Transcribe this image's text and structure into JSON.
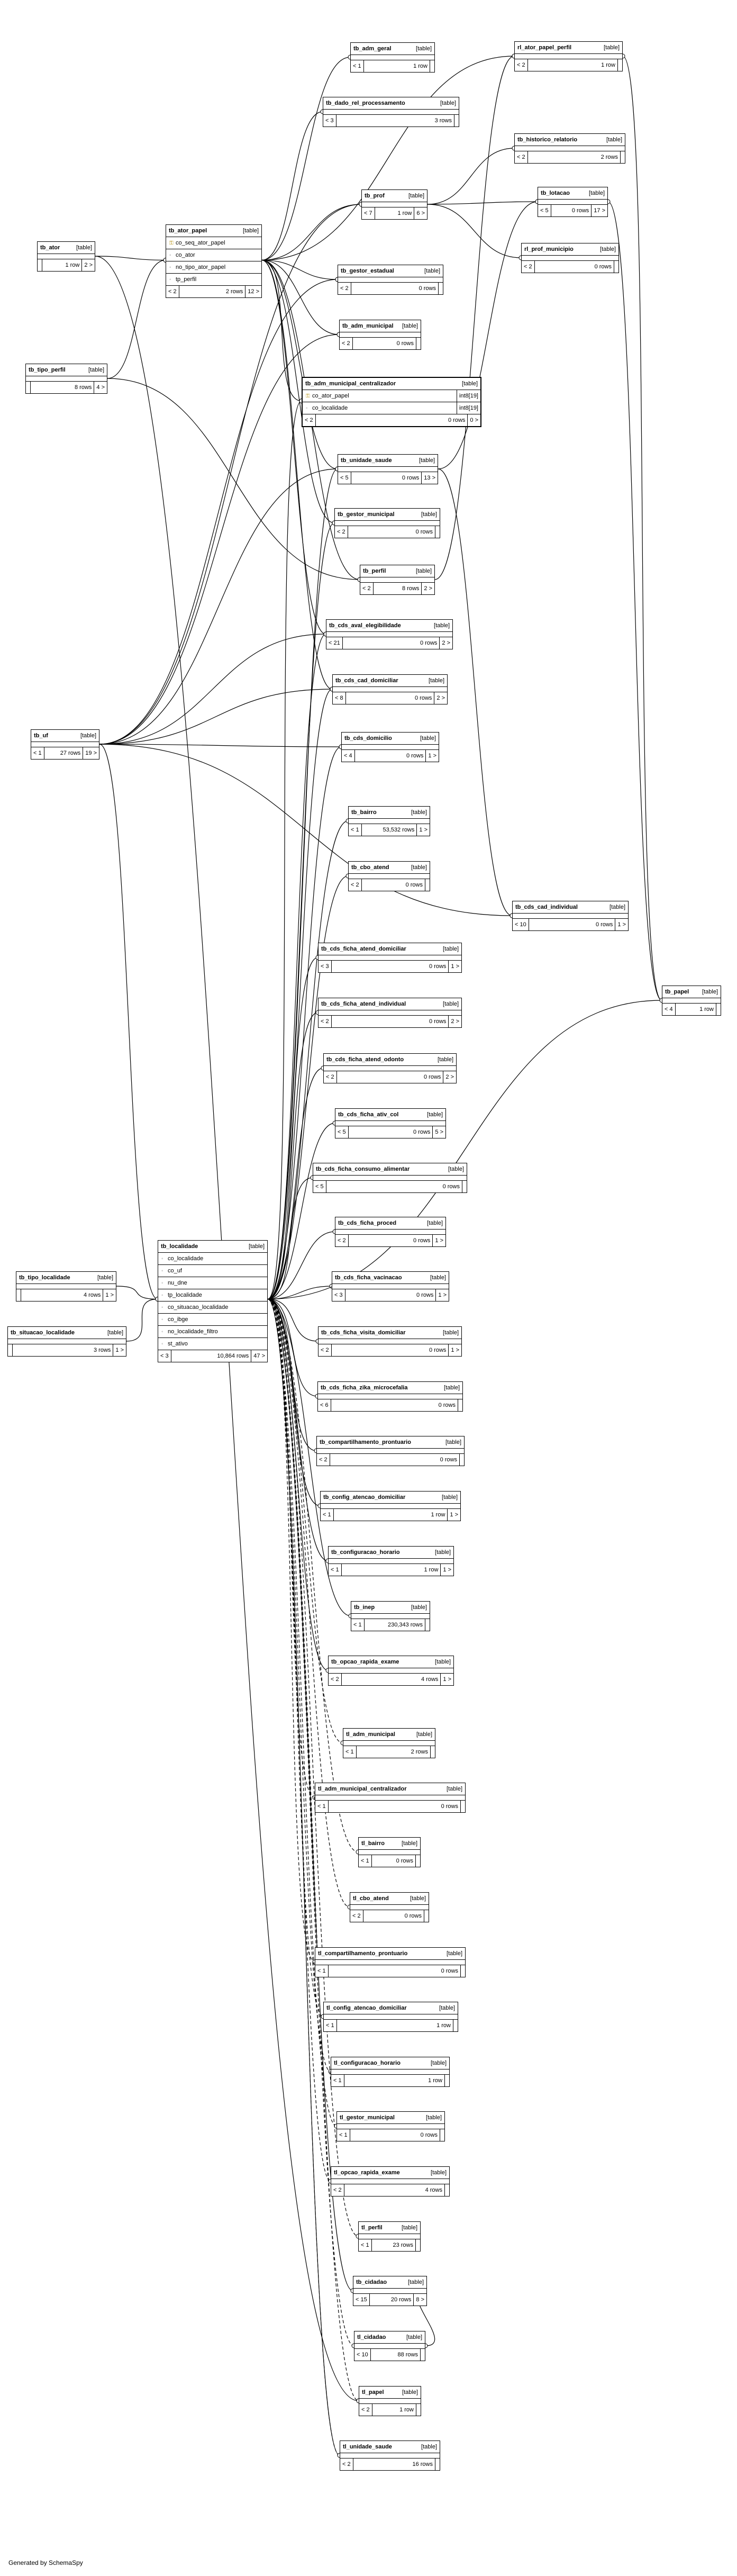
{
  "footer": "Generated by SchemaSpy",
  "tables": [
    {
      "id": "tb_adm_geral",
      "name": "tb_adm_geral",
      "kind": "[table]",
      "footer": [
        "< 1",
        "1 row",
        ""
      ]
    },
    {
      "id": "tb_dado_rel_processamento",
      "name": "tb_dado_rel_processamento",
      "kind": "[table]",
      "footer": [
        "< 3",
        "3 rows",
        ""
      ]
    },
    {
      "id": "rl_ator_papel_perfil",
      "name": "rl_ator_papel_perfil",
      "kind": "[table]",
      "footer": [
        "< 2",
        "1 row",
        ""
      ]
    },
    {
      "id": "tb_historico_relatorio",
      "name": "tb_historico_relatorio",
      "kind": "[table]",
      "footer": [
        "< 2",
        "2 rows",
        ""
      ]
    },
    {
      "id": "tb_lotacao",
      "name": "tb_lotacao",
      "kind": "[table]",
      "footer": [
        "< 5",
        "0 rows",
        "17 >"
      ]
    },
    {
      "id": "rl_prof_municipio",
      "name": "rl_prof_municipio",
      "kind": "[table]",
      "footer": [
        "< 2",
        "0 rows",
        ""
      ]
    },
    {
      "id": "tb_prof",
      "name": "tb_prof",
      "kind": "[table]",
      "footer": [
        "< 7",
        "1 row",
        "6 >"
      ]
    },
    {
      "id": "tb_ator",
      "name": "tb_ator",
      "kind": "[table]",
      "footer": [
        "",
        "1 row",
        "2 >"
      ]
    },
    {
      "id": "tb_ator_papel",
      "name": "tb_ator_papel",
      "kind": "[table]",
      "columns": [
        {
          "key": true,
          "text": "co_seq_ator_papel"
        },
        {
          "key": false,
          "text": "co_ator"
        },
        {
          "key": false,
          "text": "no_tipo_ator_papel"
        },
        {
          "key": false,
          "text": "tp_perfil"
        }
      ],
      "footer": [
        "< 2",
        "2 rows",
        "12 >"
      ]
    },
    {
      "id": "tb_gestor_estadual",
      "name": "tb_gestor_estadual",
      "kind": "[table]",
      "footer": [
        "< 2",
        "0 rows",
        ""
      ]
    },
    {
      "id": "tb_adm_municipal",
      "name": "tb_adm_municipal",
      "kind": "[table]",
      "footer": [
        "< 2",
        "0 rows",
        ""
      ]
    },
    {
      "id": "tb_tipo_perfil",
      "name": "tb_tipo_perfil",
      "kind": "[table]",
      "footer": [
        "",
        "8 rows",
        "4 >"
      ]
    },
    {
      "id": "tb_adm_municipal_centralizador",
      "name": "tb_adm_municipal_centralizador",
      "kind": "[table]",
      "bold": true,
      "columns": [
        {
          "key": true,
          "text": "co_ator_papel",
          "type": "int8[19]"
        },
        {
          "key": false,
          "text": "co_localidade",
          "type": "int8[19]"
        }
      ],
      "footer": [
        "< 2",
        "0 rows",
        "0 >"
      ]
    },
    {
      "id": "tb_unidade_saude",
      "name": "tb_unidade_saude",
      "kind": "[table]",
      "footer": [
        "< 5",
        "0 rows",
        "13 >"
      ]
    },
    {
      "id": "tb_gestor_municipal",
      "name": "tb_gestor_municipal",
      "kind": "[table]",
      "footer": [
        "< 2",
        "0 rows",
        ""
      ]
    },
    {
      "id": "tb_perfil",
      "name": "tb_perfil",
      "kind": "[table]",
      "footer": [
        "< 2",
        "8 rows",
        "2 >"
      ]
    },
    {
      "id": "tb_cds_aval_elegibilidade",
      "name": "tb_cds_aval_elegibilidade",
      "kind": "[table]",
      "footer": [
        "< 21",
        "0 rows",
        "2 >"
      ]
    },
    {
      "id": "tb_cds_cad_domiciliar",
      "name": "tb_cds_cad_domiciliar",
      "kind": "[table]",
      "footer": [
        "< 8",
        "0 rows",
        "2 >"
      ]
    },
    {
      "id": "tb_uf",
      "name": "tb_uf",
      "kind": "[table]",
      "footer": [
        "< 1",
        "27 rows",
        "19 >"
      ]
    },
    {
      "id": "tb_cds_domicilio",
      "name": "tb_cds_domicilio",
      "kind": "[table]",
      "footer": [
        "< 4",
        "0 rows",
        "1 >"
      ]
    },
    {
      "id": "tb_bairro",
      "name": "tb_bairro",
      "kind": "[table]",
      "footer": [
        "< 1",
        "53,532 rows",
        "1 >"
      ]
    },
    {
      "id": "tb_cbo_atend",
      "name": "tb_cbo_atend",
      "kind": "[table]",
      "footer": [
        "< 2",
        "0 rows",
        ""
      ]
    },
    {
      "id": "tb_cds_cad_individual",
      "name": "tb_cds_cad_individual",
      "kind": "[table]",
      "footer": [
        "< 10",
        "0 rows",
        "1 >"
      ]
    },
    {
      "id": "tb_cds_ficha_atend_domiciliar",
      "name": "tb_cds_ficha_atend_domiciliar",
      "kind": "[table]",
      "footer": [
        "< 3",
        "0 rows",
        "1 >"
      ]
    },
    {
      "id": "tb_papel",
      "name": "tb_papel",
      "kind": "[table]",
      "footer": [
        "< 4",
        "1 row",
        ""
      ]
    },
    {
      "id": "tb_cds_ficha_atend_individual",
      "name": "tb_cds_ficha_atend_individual",
      "kind": "[table]",
      "footer": [
        "< 2",
        "0 rows",
        "2 >"
      ]
    },
    {
      "id": "tb_cds_ficha_atend_odonto",
      "name": "tb_cds_ficha_atend_odonto",
      "kind": "[table]",
      "footer": [
        "< 2",
        "0 rows",
        "2 >"
      ]
    },
    {
      "id": "tb_cds_ficha_ativ_col",
      "name": "tb_cds_ficha_ativ_col",
      "kind": "[table]",
      "footer": [
        "< 5",
        "0 rows",
        "5 >"
      ]
    },
    {
      "id": "tb_cds_ficha_consumo_alimentar",
      "name": "tb_cds_ficha_consumo_alimentar",
      "kind": "[table]",
      "footer": [
        "< 5",
        "0 rows",
        ""
      ]
    },
    {
      "id": "tb_cds_ficha_proced",
      "name": "tb_cds_ficha_proced",
      "kind": "[table]",
      "footer": [
        "< 2",
        "0 rows",
        "1 >"
      ]
    },
    {
      "id": "tb_tipo_localidade",
      "name": "tb_tipo_localidade",
      "kind": "[table]",
      "footer": [
        "",
        "4 rows",
        "1 >"
      ]
    },
    {
      "id": "tb_localidade",
      "name": "tb_localidade",
      "kind": "[table]",
      "columns": [
        {
          "key": false,
          "text": "co_localidade"
        },
        {
          "key": false,
          "text": "co_uf"
        },
        {
          "key": false,
          "text": "nu_dne"
        },
        {
          "key": false,
          "text": "tp_localidade"
        },
        {
          "key": false,
          "text": "co_situacao_localidade"
        },
        {
          "key": false,
          "text": "co_ibge"
        },
        {
          "key": false,
          "text": "no_localidade_filtro"
        },
        {
          "key": false,
          "text": "st_ativo"
        }
      ],
      "footer": [
        "< 3",
        "10,864 rows",
        "47 >"
      ]
    },
    {
      "id": "tb_cds_ficha_vacinacao",
      "name": "tb_cds_ficha_vacinacao",
      "kind": "[table]",
      "footer": [
        "< 3",
        "0 rows",
        "1 >"
      ]
    },
    {
      "id": "tb_situacao_localidade",
      "name": "tb_situacao_localidade",
      "kind": "[table]",
      "footer": [
        "",
        "3 rows",
        "1 >"
      ]
    },
    {
      "id": "tb_cds_ficha_visita_domiciliar",
      "name": "tb_cds_ficha_visita_domiciliar",
      "kind": "[table]",
      "footer": [
        "< 2",
        "0 rows",
        "1 >"
      ]
    },
    {
      "id": "tb_cds_ficha_zika_microcefalia",
      "name": "tb_cds_ficha_zika_microcefalia",
      "kind": "[table]",
      "footer": [
        "< 6",
        "0 rows",
        ""
      ]
    },
    {
      "id": "tb_compartilhamento_prontuario",
      "name": "tb_compartilhamento_prontuario",
      "kind": "[table]",
      "footer": [
        "< 2",
        "0 rows",
        ""
      ]
    },
    {
      "id": "tb_config_atencao_domiciliar",
      "name": "tb_config_atencao_domiciliar",
      "kind": "[table]",
      "footer": [
        "< 1",
        "1 row",
        "1 >"
      ]
    },
    {
      "id": "tb_configuracao_horario",
      "name": "tb_configuracao_horario",
      "kind": "[table]",
      "footer": [
        "< 1",
        "1 row",
        "1 >"
      ]
    },
    {
      "id": "tb_inep",
      "name": "tb_inep",
      "kind": "[table]",
      "footer": [
        "< 1",
        "230,343 rows",
        ""
      ]
    },
    {
      "id": "tb_opcao_rapida_exame",
      "name": "tb_opcao_rapida_exame",
      "kind": "[table]",
      "footer": [
        "< 2",
        "4 rows",
        "1 >"
      ]
    },
    {
      "id": "tl_adm_municipal",
      "name": "tl_adm_municipal",
      "kind": "[table]",
      "footer": [
        "< 1",
        "2 rows",
        ""
      ]
    },
    {
      "id": "tl_adm_municipal_centralizador",
      "name": "tl_adm_municipal_centralizador",
      "kind": "[table]",
      "footer": [
        "< 1",
        "0 rows",
        ""
      ]
    },
    {
      "id": "tl_bairro",
      "name": "tl_bairro",
      "kind": "[table]",
      "footer": [
        "< 1",
        "0 rows",
        ""
      ]
    },
    {
      "id": "tl_cbo_atend",
      "name": "tl_cbo_atend",
      "kind": "[table]",
      "footer": [
        "< 2",
        "0 rows",
        ""
      ]
    },
    {
      "id": "tl_compartilhamento_prontuario",
      "name": "tl_compartilhamento_prontuario",
      "kind": "[table]",
      "footer": [
        "< 1",
        "0 rows",
        ""
      ]
    },
    {
      "id": "tl_config_atencao_domiciliar",
      "name": "tl_config_atencao_domiciliar",
      "kind": "[table]",
      "footer": [
        "< 1",
        "1 row",
        ""
      ]
    },
    {
      "id": "tl_configuracao_horario",
      "name": "tl_configuracao_horario",
      "kind": "[table]",
      "footer": [
        "< 1",
        "1 row",
        ""
      ]
    },
    {
      "id": "tl_gestor_municipal",
      "name": "tl_gestor_municipal",
      "kind": "[table]",
      "footer": [
        "< 1",
        "0 rows",
        ""
      ]
    },
    {
      "id": "tl_opcao_rapida_exame",
      "name": "tl_opcao_rapida_exame",
      "kind": "[table]",
      "footer": [
        "< 2",
        "4 rows",
        ""
      ]
    },
    {
      "id": "tl_perfil",
      "name": "tl_perfil",
      "kind": "[table]",
      "footer": [
        "< 1",
        "23 rows",
        ""
      ]
    },
    {
      "id": "tb_cidadao",
      "name": "tb_cidadao",
      "kind": "[table]",
      "footer": [
        "< 15",
        "20 rows",
        "8 >"
      ]
    },
    {
      "id": "tl_cidadao",
      "name": "tl_cidadao",
      "kind": "[table]",
      "footer": [
        "< 10",
        "88 rows",
        ""
      ]
    },
    {
      "id": "tl_papel",
      "name": "tl_papel",
      "kind": "[table]",
      "footer": [
        "< 2",
        "1 row",
        ""
      ]
    },
    {
      "id": "tl_unidade_saude",
      "name": "tl_unidade_saude",
      "kind": "[table]",
      "footer": [
        "< 2",
        "16 rows",
        ""
      ]
    }
  ]
}
